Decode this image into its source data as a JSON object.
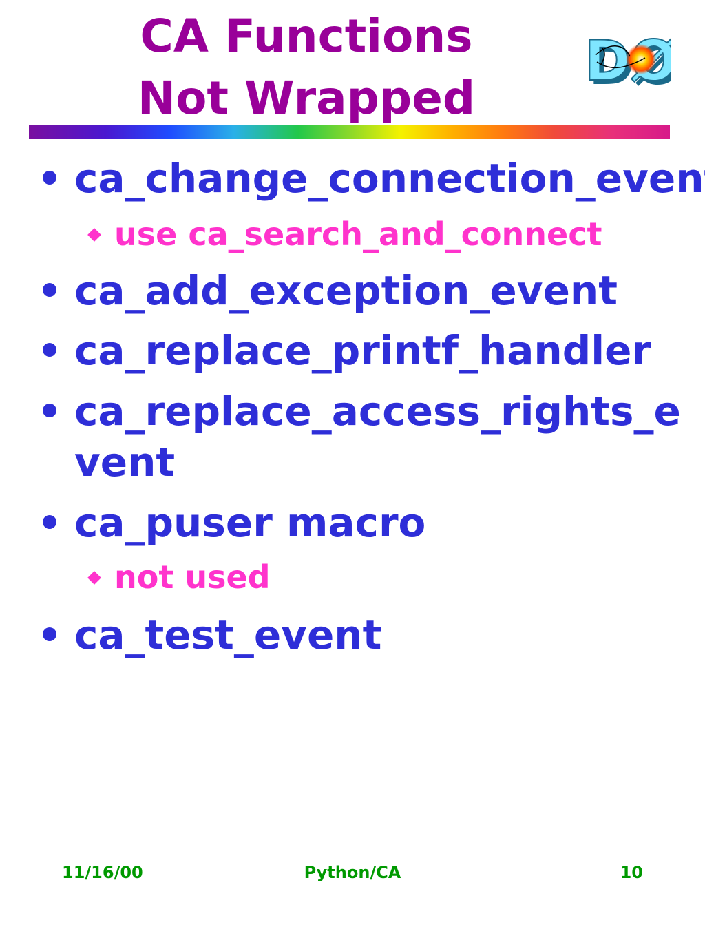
{
  "slide": {
    "title_line1": "CA Functions",
    "title_line2": "Not Wrapped",
    "logo_text": "DØ"
  },
  "bullets": [
    {
      "text": "ca_change_connection_event",
      "sub": "use ca_search_and_connect"
    },
    {
      "text": "ca_add_exception_event"
    },
    {
      "text": "ca_replace_printf_handler"
    },
    {
      "text_line1": "ca_replace_access_rights_e",
      "text_line2": "vent"
    },
    {
      "text": "ca_puser macro",
      "sub": "not used"
    },
    {
      "text": "ca_test_event"
    }
  ],
  "footer": {
    "date": "11/16/00",
    "center": "Python/CA",
    "page": "10"
  },
  "colors": {
    "title": "#990099",
    "bullet_text": "#2e2ed8",
    "sub_text": "#ff33cc",
    "footer_text": "#009900"
  }
}
